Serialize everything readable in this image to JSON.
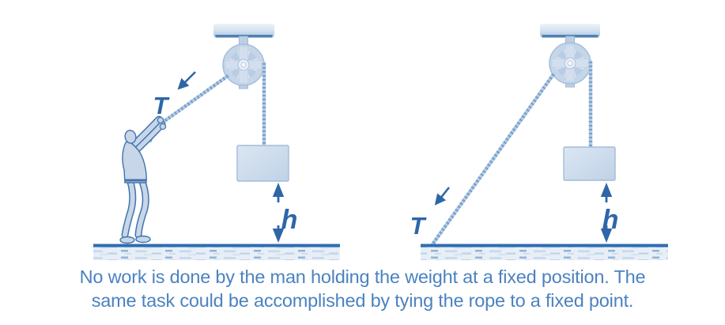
{
  "labels": {
    "tension": "T",
    "height": "h"
  },
  "caption": {
    "line1": "No work is done by the man holding the weight at a fixed position. The",
    "line2": "same task could be accomplished by tying the rope to a fixed point."
  },
  "colors": {
    "caption_text": "#4b82c0",
    "diagram_outline": "#2e66a7",
    "light_fill": "#ccdbeb",
    "rope_light": "#b2cae3",
    "rope_dark": "#6f9ac6",
    "ground_line": "#2e6cb0"
  }
}
